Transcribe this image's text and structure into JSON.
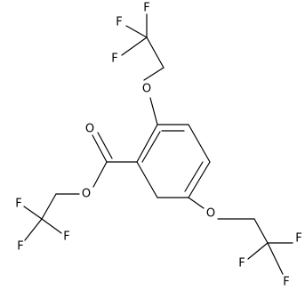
{
  "atoms": {
    "ester_carbonyl_O": "O",
    "ester_O": "O",
    "ether_O_top": "O",
    "ether_O_bottom": "O",
    "F": "F"
  }
}
